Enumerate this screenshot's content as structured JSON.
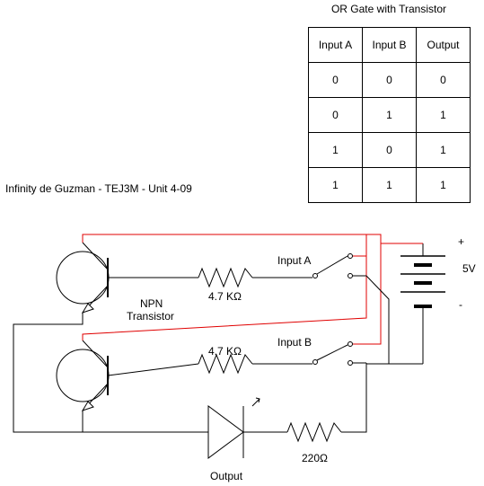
{
  "truth_table": {
    "title": "OR Gate with Transistor",
    "headers": [
      "Input A",
      "Input B",
      "Output"
    ],
    "rows": [
      [
        "0",
        "0",
        "0"
      ],
      [
        "0",
        "1",
        "1"
      ],
      [
        "1",
        "0",
        "1"
      ],
      [
        "1",
        "1",
        "1"
      ]
    ]
  },
  "author_line": "Infinity de Guzman - TEJ3M - Unit 4-09",
  "circuit": {
    "input_a_label": "Input A",
    "input_b_label": "Input B",
    "resistor_a_label": "4.7 KΩ",
    "resistor_b_label": "4.7 KΩ",
    "transistor_label_line1": "NPN",
    "transistor_label_line2": "Transistor",
    "battery_voltage": "5V",
    "battery_plus": "+",
    "battery_minus": "-",
    "led_resistor_label": "220Ω",
    "output_label": "Output",
    "wire_colors": {
      "black": "#000000",
      "red": "#e00000"
    }
  }
}
